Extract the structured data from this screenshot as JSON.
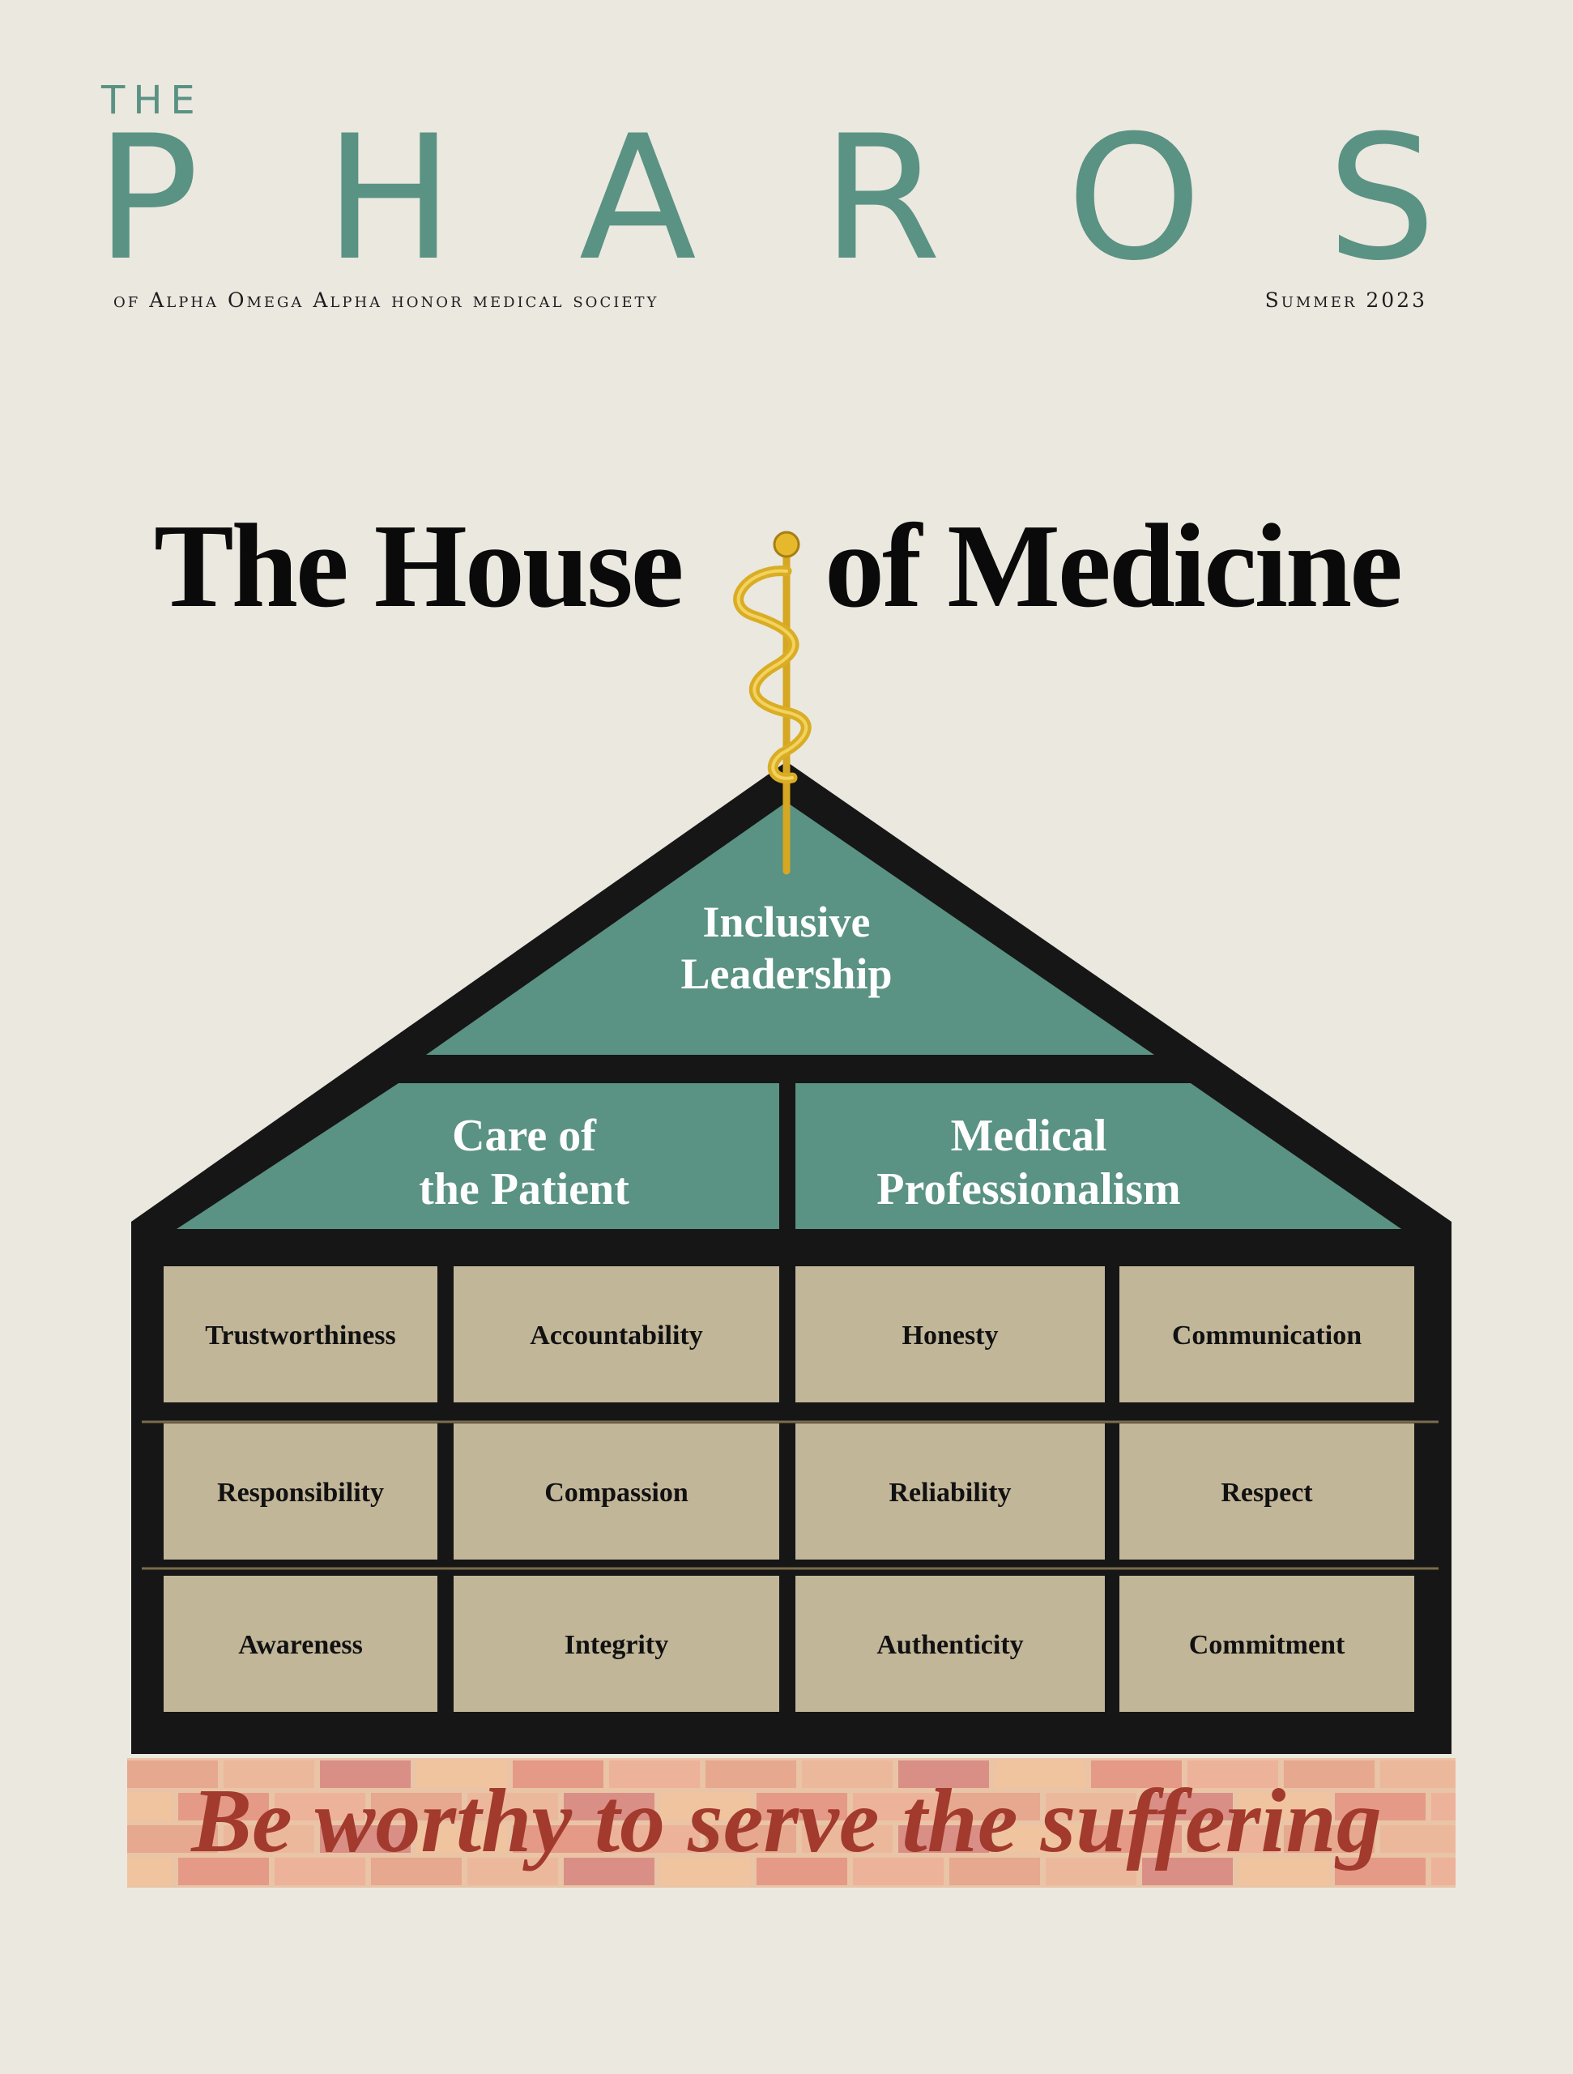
{
  "masthead": {
    "the": "THE",
    "title": "PHAROS",
    "tagline": "of Alpha Omega Alpha honor medical society",
    "issue": "Summer 2023"
  },
  "headline": {
    "part1": "The House",
    "part2": "of Medicine"
  },
  "house": {
    "roof_top": [
      "Inclusive",
      "Leadership"
    ],
    "roof_left": [
      "Care of",
      "the Patient"
    ],
    "roof_right": [
      "Medical",
      "Professionalism"
    ],
    "cells": [
      [
        "Trustworthiness",
        "Accountability",
        "Honesty",
        "Communication"
      ],
      [
        "Responsibility",
        "Compassion",
        "Reliability",
        "Respect"
      ],
      [
        "Awareness",
        "Integrity",
        "Authenticity",
        "Commitment"
      ]
    ]
  },
  "motto": "Be worthy to serve the suffering",
  "colors": {
    "background": "#ebe8e0",
    "teal": "#5a9283",
    "frame": "#161616",
    "cell": "#c2b699",
    "motto": "#a23a2e"
  },
  "icons": {
    "spire": "rod-of-asclepius-icon"
  }
}
